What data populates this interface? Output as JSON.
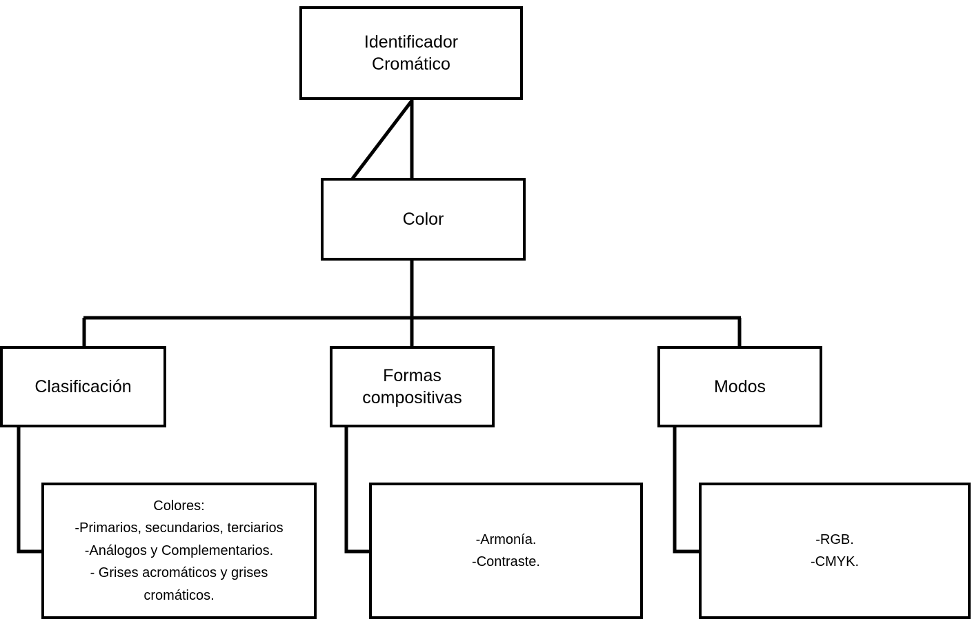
{
  "diagram": {
    "title": "Identificador Cromático",
    "type": "tree",
    "stroke_color": "#000000",
    "background_color": "#ffffff",
    "nodes": {
      "root": {
        "label": "Identificador\nCromático"
      },
      "color": {
        "label": "Color"
      },
      "clasificacion": {
        "label": "Clasificación"
      },
      "formas": {
        "label": "Formas\ncompositivas"
      },
      "modos": {
        "label": "Modos"
      },
      "colores_detail": {
        "label": "Colores:\n-Primarios, secundarios, terciarios\n-Análogos y Complementarios.\n- Grises acromáticos y grises\ncromáticos.",
        "lines": [
          "Colores:",
          "-Primarios, secundarios, terciarios",
          "-Análogos y Complementarios.",
          "- Grises acromáticos y grises",
          "cromáticos."
        ]
      },
      "formas_detail": {
        "label": "-Armonía.\n-Contraste.",
        "lines": [
          "-Armonía.",
          "-Contraste."
        ]
      },
      "modos_detail": {
        "label": "-RGB.\n-CMYK.",
        "lines": [
          "-RGB.",
          "-CMYK."
        ]
      }
    },
    "edges": [
      {
        "from": "root",
        "to": "color",
        "style": "vertical"
      },
      {
        "from": "root",
        "to": "color",
        "style": "diagonal"
      },
      {
        "from": "color",
        "to": "clasificacion",
        "style": "orthogonal"
      },
      {
        "from": "color",
        "to": "formas",
        "style": "orthogonal"
      },
      {
        "from": "color",
        "to": "modos",
        "style": "orthogonal"
      },
      {
        "from": "clasificacion",
        "to": "colores_detail",
        "style": "elbow"
      },
      {
        "from": "formas",
        "to": "formas_detail",
        "style": "elbow"
      },
      {
        "from": "modos",
        "to": "modos_detail",
        "style": "elbow"
      }
    ]
  }
}
